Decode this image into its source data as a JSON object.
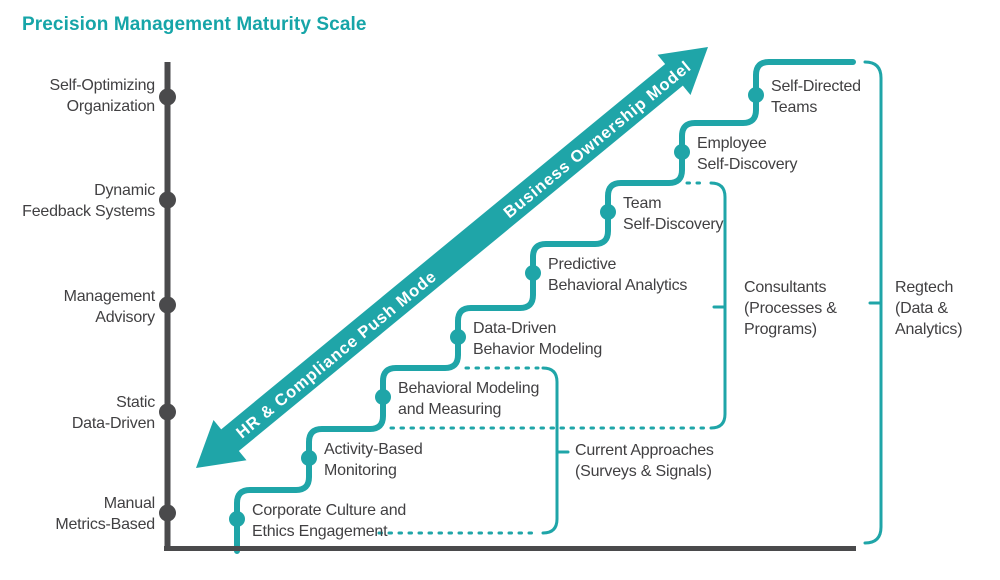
{
  "title": "Precision Management Maturity Scale",
  "colors": {
    "teal": "#1fa5a8",
    "axis_gray": "#4a4a4c",
    "label_gray": "#414042",
    "arrow_text": "#ffffff"
  },
  "y_axis": {
    "levels": [
      {
        "line1": "Self-Optimizing",
        "line2": "Organization"
      },
      {
        "line1": "Dynamic",
        "line2": "Feedback Systems"
      },
      {
        "line1": "Management",
        "line2": "Advisory"
      },
      {
        "line1": "Static",
        "line2": "Data-Driven"
      },
      {
        "line1": "Manual",
        "line2": "Metrics-Based"
      }
    ]
  },
  "arrow": {
    "lower_label": "HR & Compliance Push Mode",
    "upper_label": "Business Ownership Model"
  },
  "steps": [
    {
      "line1": "Corporate Culture and",
      "line2": "Ethics Engagement"
    },
    {
      "line1": "Activity-Based",
      "line2": "Monitoring"
    },
    {
      "line1": "Behavioral Modeling",
      "line2": "and Measuring"
    },
    {
      "line1": "Data-Driven",
      "line2": "Behavior Modeling"
    },
    {
      "line1": "Predictive",
      "line2": "Behavioral Analytics"
    },
    {
      "line1": "Team",
      "line2": "Self-Discovery"
    },
    {
      "line1": "Employee",
      "line2": "Self-Discovery"
    },
    {
      "line1": "Self-Directed",
      "line2": "Teams"
    }
  ],
  "brackets": [
    {
      "line1": "Current Approaches",
      "line2": "(Surveys & Signals)"
    },
    {
      "line1": "Consultants",
      "line2": "(Processes &",
      "line3": "Programs)"
    },
    {
      "line1": "Regtech",
      "line2": "(Data &",
      "line3": "Analytics)"
    }
  ]
}
